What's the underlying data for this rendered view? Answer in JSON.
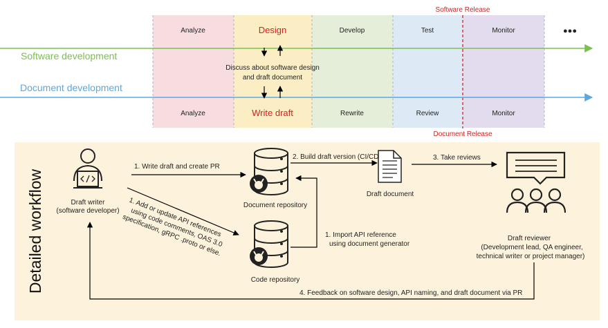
{
  "timeline": {
    "phases": [
      {
        "top": "Analyze",
        "bottom": "Analyze",
        "color": "#f8dde0"
      },
      {
        "top": "Design",
        "bottom": "Write draft",
        "color": "#fbeec4"
      },
      {
        "top": "Develop",
        "bottom": "Rewrite",
        "color": "#e4eed8"
      },
      {
        "top": "Test",
        "bottom": "Review",
        "color": "#ddeaf6"
      },
      {
        "top": "Monitor",
        "bottom": "Monitor",
        "color": "#e2dcee"
      }
    ],
    "ellipsis": "●●●",
    "software_release": "Software Release",
    "document_release": "Document Release",
    "software_dev": "Software development",
    "document_dev": "Document development",
    "discuss_line1": "Discuss about software design",
    "discuss_line2": "and draft document"
  },
  "workflow": {
    "side_title": "Detailed workflow",
    "writer_line1": "Draft writer",
    "writer_line2": "(software developer)",
    "step1": "1. Write draft and create PR",
    "step1b_lines": [
      "1. Add or update API references",
      "using code comments, OAS 3.0",
      "specification, gRPC .proto or else."
    ],
    "doc_repo": "Document repository",
    "code_repo": "Code repository",
    "step2": "2. Build draft version (CI/CD)",
    "draft_doc": "Draft document",
    "step3": "3. Take reviews",
    "import_line1": "1. Import API reference",
    "import_line2": "using document generator",
    "reviewer_title": "Draft reviewer",
    "reviewer_line1": "(Development lead, QA engineer,",
    "reviewer_line2": "technical writer or project manager)",
    "step4": "4. Feedback on software design, API naming, and draft document via PR"
  },
  "colors": {
    "green": "#7bbf4e",
    "blue": "#5ba8e0",
    "red": "#d42020",
    "workflow_bg": "#fdf3dc"
  },
  "icons": [
    "person-laptop-icon",
    "database-github-icon",
    "document-icon",
    "chat-group-icon"
  ]
}
